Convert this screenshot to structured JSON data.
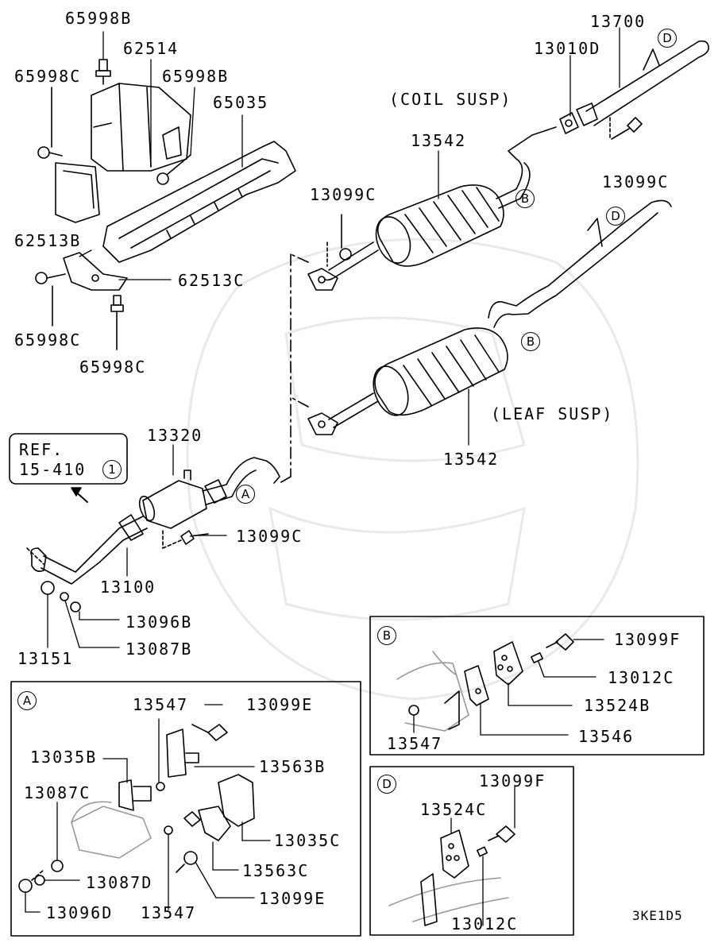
{
  "diagram_code": "3KE1D5",
  "reference": {
    "line1": "REF.",
    "line2": "15-410",
    "circle": "1"
  },
  "notes": {
    "coil": "(COIL SUSP)",
    "leaf": "(LEAF SUSP)"
  },
  "callouts": {
    "A": "A",
    "B": "B",
    "D": "D"
  },
  "parts": {
    "p65998B_top": "65998B",
    "p62514": "62514",
    "p65998C_tl": "65998C",
    "p65998B_mid": "65998B",
    "p65035": "65035",
    "p62513B": "62513B",
    "p62513C": "62513C",
    "p65998C_bl": "65998C",
    "p65998C_b": "65998C",
    "p13700": "13700",
    "p13010D": "13010D",
    "p13542_coil": "13542",
    "p13099C_coil": "13099C",
    "p13099C_r": "13099C",
    "p13542_leaf": "13542",
    "p13320": "13320",
    "p13099C_mid": "13099C",
    "p13100": "13100",
    "p13096B": "13096B",
    "p13087B": "13087B",
    "p13151": "13151"
  },
  "detail_a": {
    "tag": "A",
    "p13547_top": "13547",
    "p13099E_top": "13099E",
    "p13035B": "13035B",
    "p13563B": "13563B",
    "p13087C": "13087C",
    "p13035C": "13035C",
    "p13563C": "13563C",
    "p13087D": "13087D",
    "p13099E_bot": "13099E",
    "p13096D": "13096D",
    "p13547_bot": "13547"
  },
  "detail_b": {
    "tag": "B",
    "p13099F": "13099F",
    "p13012C": "13012C",
    "p13524B": "13524B",
    "p13546": "13546",
    "p13547": "13547"
  },
  "detail_d": {
    "tag": "D",
    "p13099F": "13099F",
    "p13524C": "13524C",
    "p13012C": "13012C"
  }
}
